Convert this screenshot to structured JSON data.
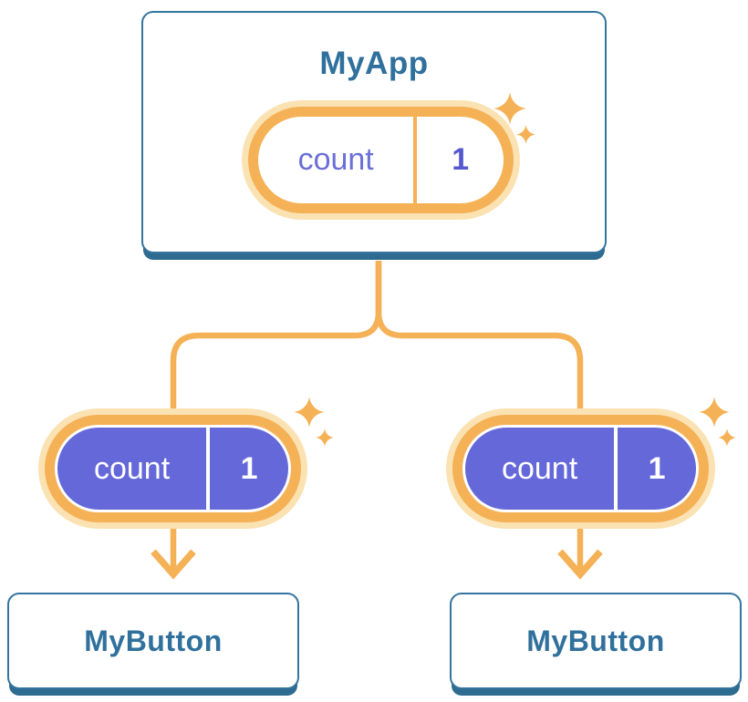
{
  "diagram": {
    "description": "React component tree with shared state",
    "root": {
      "title": "MyApp",
      "state": {
        "label": "count",
        "value": "1"
      }
    },
    "children": [
      {
        "title": "MyButton",
        "state": {
          "label": "count",
          "value": "1"
        }
      },
      {
        "title": "MyButton",
        "state": {
          "label": "count",
          "value": "1"
        }
      }
    ]
  },
  "icons": {
    "sparkle": "four-point-star"
  },
  "colors": {
    "connector": "#F5B156",
    "accent_orange": "#F5B156",
    "orange_glow": "#FBE2B3",
    "purple_fill": "#6568D9",
    "purple_label_text": "#6B6FD7",
    "purple_value_text": "#5457CE",
    "card_border_blue": "#35749E",
    "card_shadow_blue": "#2E6B90",
    "title_text_blue": "#30709C",
    "card_background": "#FFFFFF"
  }
}
